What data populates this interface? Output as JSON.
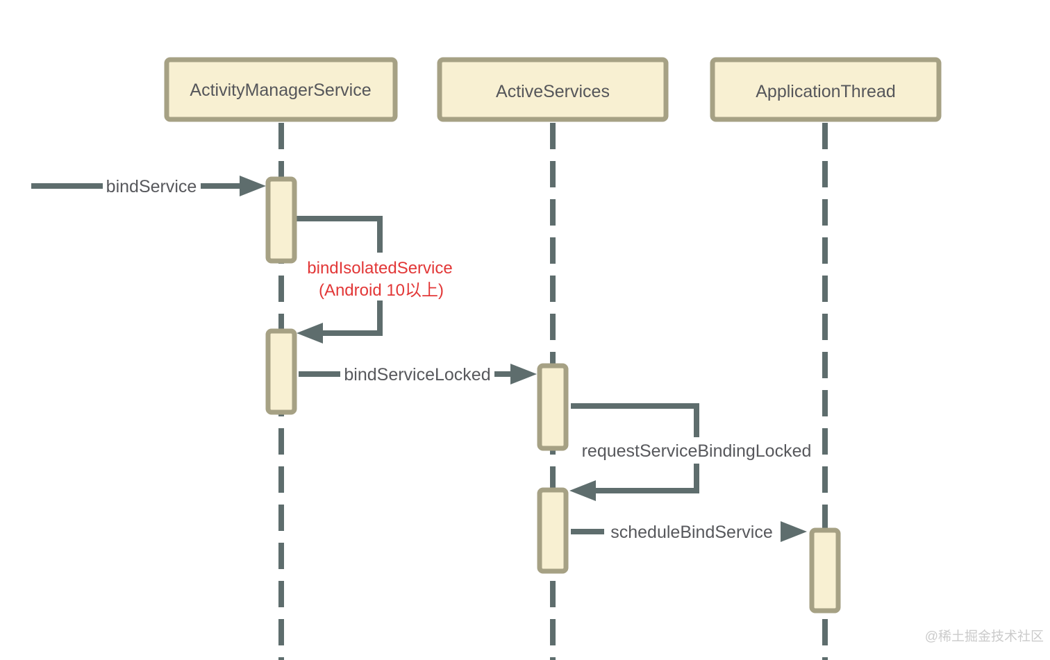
{
  "colors": {
    "line": "#5e6d6d",
    "box_border": "#a6a184",
    "box_fill": "#f8f0d2",
    "header_text": "#55565a",
    "label_text": "#57585c",
    "red_text": "#e23737",
    "watermark_text": "#cbcbcb",
    "background": "#ffffff"
  },
  "diagram": {
    "type": "uml-sequence",
    "participants": [
      {
        "label": "ActivityManagerService"
      },
      {
        "label": "ActiveServices"
      },
      {
        "label": "ApplicationThread"
      }
    ],
    "messages": [
      {
        "id": "bind_service",
        "label": "bindService",
        "from": "external",
        "to": "ActivityManagerService"
      },
      {
        "id": "bind_isolated_service",
        "label": "bindIsolatedService",
        "note": "(Android 10以上)",
        "from": "ActivityManagerService",
        "to": "ActivityManagerService",
        "emphasis": "red"
      },
      {
        "id": "bind_service_locked",
        "label": "bindServiceLocked",
        "from": "ActivityManagerService",
        "to": "ActiveServices"
      },
      {
        "id": "request_service_binding_locked",
        "label": "requestServiceBindingLocked",
        "from": "ActiveServices",
        "to": "ActiveServices"
      },
      {
        "id": "schedule_bind_service",
        "label": "scheduleBindService",
        "from": "ActiveServices",
        "to": "ApplicationThread"
      }
    ],
    "watermark": {
      "label": "@稀土掘金技术社区"
    }
  }
}
